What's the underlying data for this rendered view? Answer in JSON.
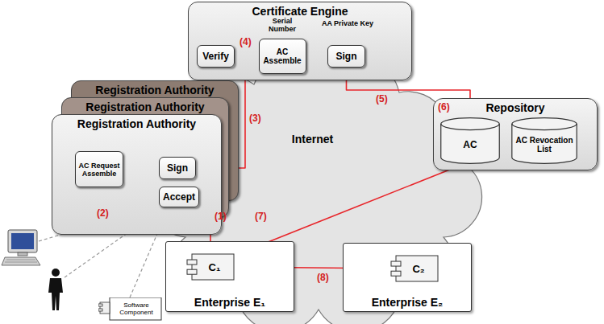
{
  "diagram": {
    "nodes": [
      {
        "text": [
          "Certificate Engine"
        ]
      },
      {
        "text": [
          "Verify"
        ],
        "in": 0
      },
      {
        "text": [
          "AC Assemble"
        ],
        "in": 0
      },
      {
        "text": [
          "Sign"
        ],
        "in": 0
      },
      {
        "text": [
          "Registration Authority"
        ]
      },
      {
        "text": [
          "Registration Authority"
        ]
      },
      {
        "text": [
          "Registration Authority"
        ]
      },
      {
        "text": [
          "AC Request Assemble"
        ],
        "in": 6
      },
      {
        "text": [
          "Sign"
        ],
        "in": 6
      },
      {
        "text": [
          "Accept"
        ],
        "in": 6
      },
      {
        "text": [
          "Repository"
        ]
      },
      {
        "text": [
          "AC"
        ],
        "in": 10
      },
      {
        "text": [
          "AC Revocation List"
        ],
        "in": 10
      },
      {
        "text": [
          "Internet"
        ]
      },
      {
        "text": [
          "Enterprise E₁"
        ]
      },
      {
        "text": [
          "C₁"
        ],
        "in": 14
      },
      {
        "text": [
          "Enterprise E₂"
        ]
      },
      {
        "text": [
          "C₂"
        ],
        "in": 16
      },
      {
        "text": [
          "Software Component"
        ]
      }
    ],
    "edges": [
      {
        "from": 15,
        "to": 9,
        "arrow": "to",
        "label": "(1)"
      },
      {
        "from": 9,
        "to": 7,
        "arrow": "to"
      },
      {
        "from": 7,
        "to": 8,
        "arrow": "to"
      },
      {
        "from": 8,
        "to": 1,
        "arrow": "to",
        "label": "(3)"
      },
      {
        "from": 1,
        "to": 2,
        "arrow": "to"
      },
      {
        "from": 2,
        "to": 3,
        "arrow": "to"
      },
      {
        "from": 3,
        "to": 11,
        "arrow": "to",
        "label": "(5)"
      },
      {
        "from": 15,
        "to": 11,
        "arrow": "to",
        "label": "(7)"
      },
      {
        "from": 15,
        "to": 17,
        "arrow": "to",
        "label": "(8)"
      },
      {
        "from": 18,
        "to": 9,
        "arrow": "to"
      }
    ],
    "labels": [
      "Serial Number",
      "AA Private Key",
      "(2)",
      "(4)",
      "(6)"
    ]
  }
}
